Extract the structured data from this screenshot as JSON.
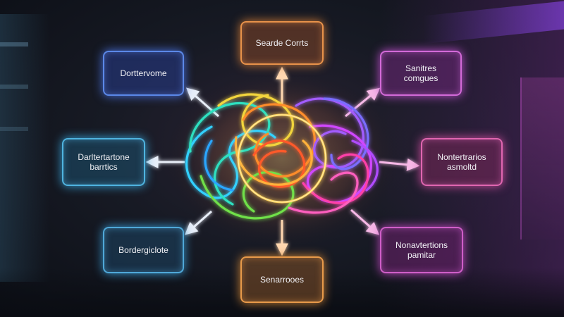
{
  "nodes": {
    "top": {
      "label": "Searde Corrts"
    },
    "top_left": {
      "label": "Dorttervome"
    },
    "top_right": {
      "label": "Sanitres comgues"
    },
    "mid_left": {
      "label": "Darltertartone barrtics"
    },
    "mid_right": {
      "label": "Nontertrarios asmoltd"
    },
    "bottom_left": {
      "label": "Bordergiclote"
    },
    "bottom": {
      "label": "Senarrooes"
    },
    "bottom_right": {
      "label": "Nonavtertions pamitar"
    }
  },
  "colors": {
    "top": "#e8924a",
    "top_left": "#5b88e8",
    "top_right": "#d36ad8",
    "mid_left": "#4fb4e0",
    "mid_right": "#e066b0",
    "bottom_left": "#4fa8d8",
    "bottom": "#e89a4a",
    "bottom_right": "#cf5ec8"
  }
}
